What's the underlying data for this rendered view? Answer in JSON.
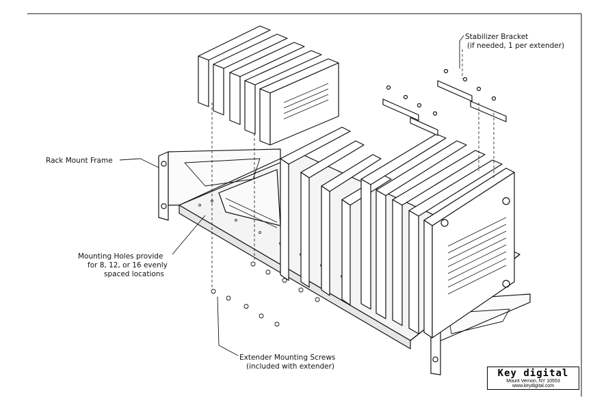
{
  "labels": {
    "stabilizer_title": "Stabilizer Bracket",
    "stabilizer_sub": "(if needed, 1 per extender)",
    "rack_mount_frame": "Rack Mount Frame",
    "mounting_holes_line1": "Mounting Holes provide",
    "mounting_holes_line2": "for 8, 12, or 16 evenly",
    "mounting_holes_line3": "spaced locations",
    "screws_line1": "Extender Mounting Screws",
    "screws_line2": "(included with extender)"
  },
  "logo": {
    "name": "Key digital",
    "address": "Mount Vernon, NY 10553",
    "website": "www.keydigital.com"
  }
}
